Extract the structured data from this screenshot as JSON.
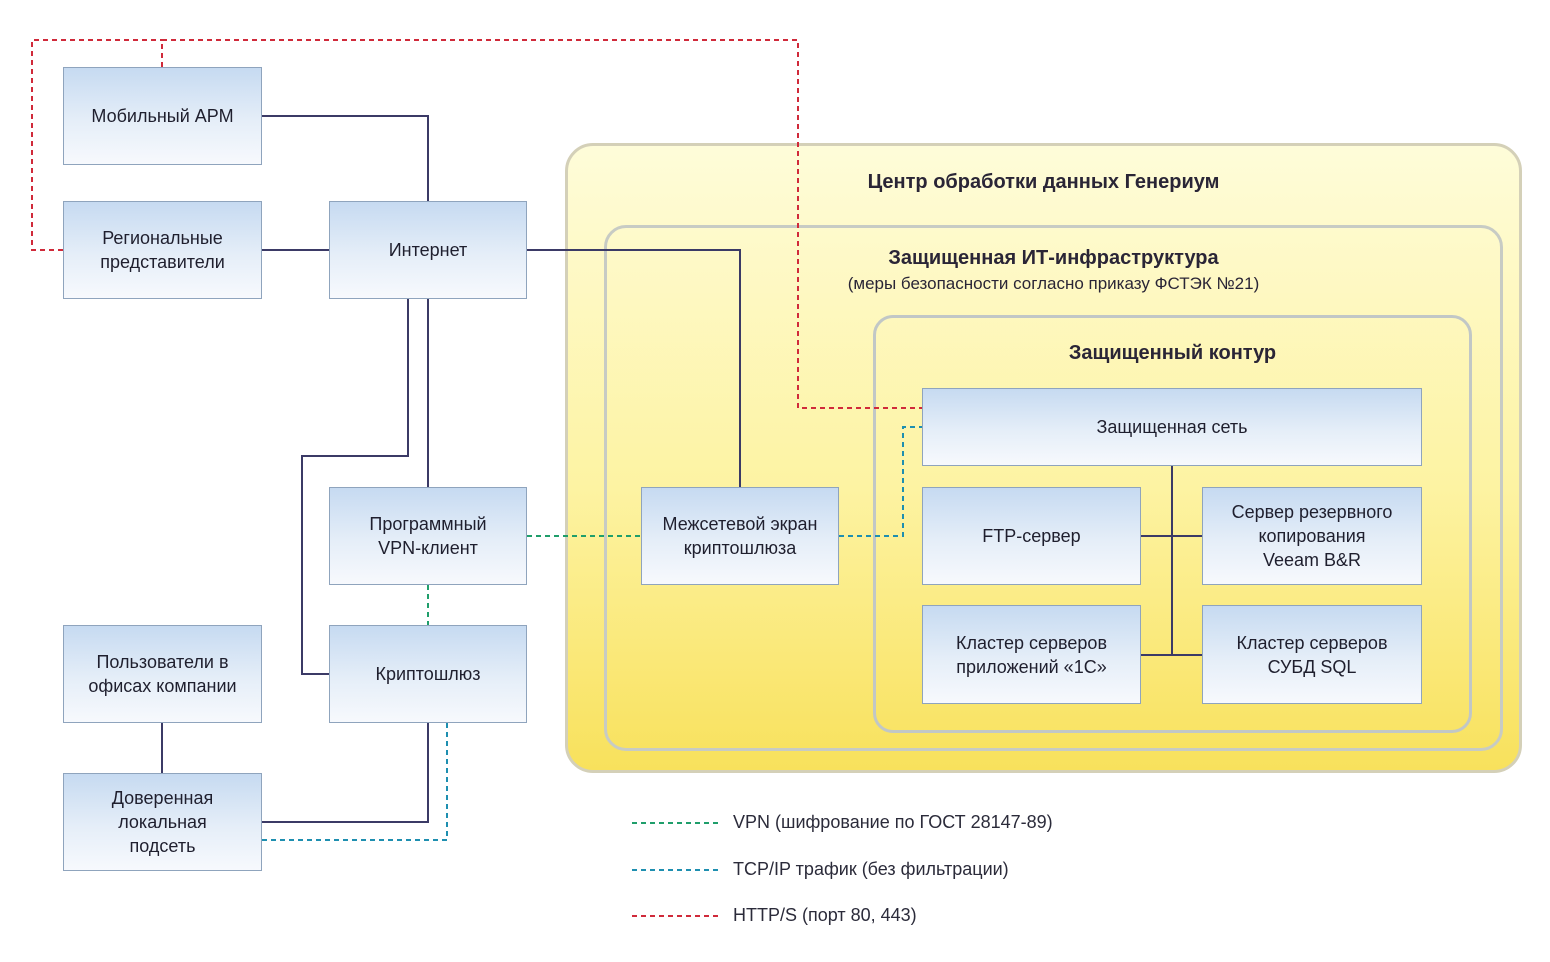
{
  "zones": {
    "datacenter": {
      "title": "Центр обработки данных Генериум"
    },
    "infrastructure": {
      "title": "Защищенная ИТ-инфраструктура",
      "subtitle": "(меры безопасности согласно приказу ФСТЭК №21)"
    },
    "secure_perimeter": {
      "title": "Защищенный контур"
    }
  },
  "nodes": {
    "mobile": "Мобильный АРМ",
    "regional": "Региональные\nпредставители",
    "internet": "Интернет",
    "vpn_client": "Программный\nVPN-клиент",
    "crypto_gateway": "Криптошлюз",
    "office_users": "Пользователи в\nофисах компании",
    "trusted_lan": "Доверенная\nлокальная\nподсеть",
    "firewall": "Межсетевой экран\nкриптошлюза",
    "secure_net": "Защищенная сеть",
    "ftp": "FTP-сервер",
    "backup": "Сервер резервного\nкопирования\nVeeam B&R",
    "cluster_1c": "Кластер серверов\nприложений «1С»",
    "cluster_sql": "Кластер серверов\nСУБД SQL"
  },
  "legend": [
    {
      "label": "VPN (шифрование по ГОСТ 28147-89)",
      "color": "#1f9e6b"
    },
    {
      "label": "TCP/IP трафик (без фильтрации)",
      "color": "#1e8fb0"
    },
    {
      "label": "HTTP/S (порт 80, 443)",
      "color": "#d02a3a"
    }
  ],
  "colors": {
    "solid_link": "#3b3a66",
    "vpn": "#1f9e6b",
    "tcp": "#1e8fb0",
    "http": "#d02a3a"
  }
}
